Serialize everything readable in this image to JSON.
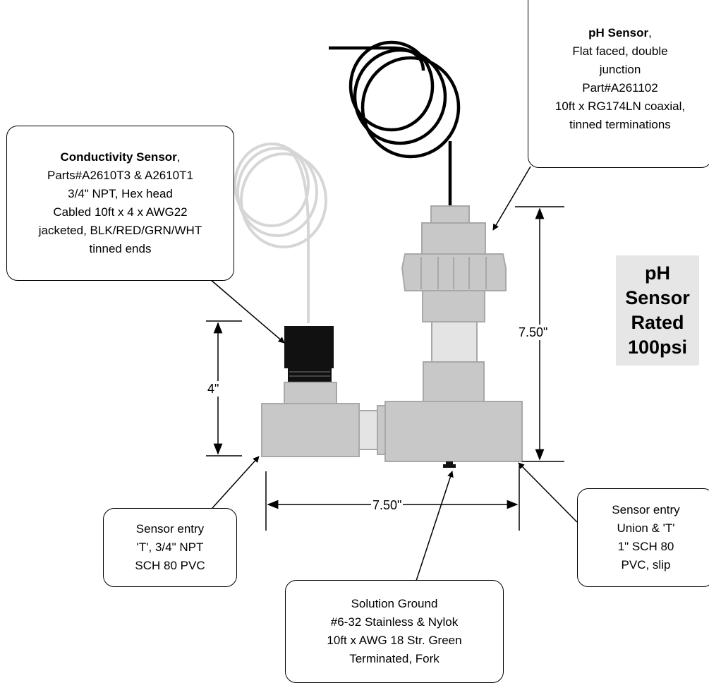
{
  "callouts": {
    "conductivity": {
      "title": "Conductivity Sensor",
      "title_suffix": ",",
      "lines": [
        "Parts#A2610T3 & A2610T1",
        "3/4\" NPT, Hex head",
        "Cabled 10ft x 4 x AWG22",
        "jacketed,  BLK/RED/GRN/WHT",
        "tinned ends"
      ]
    },
    "ph_sensor": {
      "title": "pH Sensor",
      "title_suffix": ",",
      "lines": [
        "Flat faced, double",
        "junction",
        "Part#A261102",
        "10ft x RG174LN coaxial,",
        "tinned terminations"
      ]
    },
    "sensor_entry_t": {
      "lines": [
        "Sensor entry",
        "'T', 3/4\" NPT",
        "SCH 80 PVC"
      ]
    },
    "sensor_entry_union": {
      "lines": [
        "Sensor entry",
        "Union & 'T'",
        "1\" SCH 80",
        "PVC, slip"
      ]
    },
    "solution_ground": {
      "lines": [
        "Solution Ground",
        "#6-32 Stainless & Nylok",
        "10ft x AWG 18 Str. Green",
        "Terminated, Fork"
      ]
    }
  },
  "dimensions": {
    "height_conductivity": "4\"",
    "height_ph": "7.50\"",
    "width_total": "7.50\""
  },
  "rating": [
    "pH",
    "Sensor",
    "Rated",
    "100psi"
  ],
  "colors": {
    "pvc_fill": "#c8c8c8",
    "pvc_stroke": "#a8a8a8",
    "clear_pipe": "#e4e4e4",
    "black_sensor": "#111111",
    "gray_cable": "#d6d6d6",
    "rating_bg": "#e6e6e6"
  }
}
